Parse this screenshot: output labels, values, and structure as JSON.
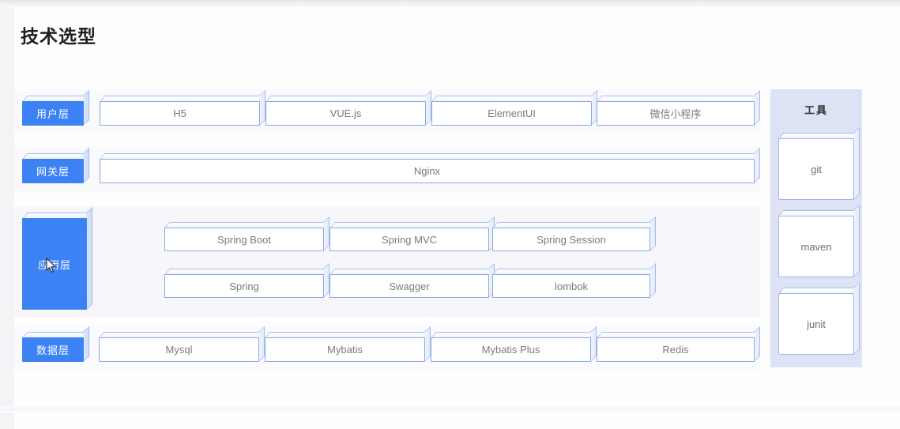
{
  "page": {
    "title": "技术选型"
  },
  "layers": [
    {
      "id": "user",
      "chip": "用户层",
      "items": [
        "H5",
        "VUE.js",
        "ElementUI",
        "微信小程序"
      ]
    },
    {
      "id": "gateway",
      "chip": "网关层",
      "items": [
        "Nginx"
      ]
    },
    {
      "id": "app",
      "chip": "应用层",
      "row1": [
        "Spring Boot",
        "Spring MVC",
        "Spring Session"
      ],
      "row2": [
        "Spring",
        "Swagger",
        "lombok"
      ]
    },
    {
      "id": "data",
      "chip": "数据层",
      "items": [
        "Mysql",
        "Mybatis",
        "Mybatis Plus",
        "Redis"
      ]
    }
  ],
  "tools": {
    "title": "工具",
    "items": [
      "git",
      "maven",
      "junit"
    ]
  },
  "colors": {
    "chip_blue": "#3d82f5",
    "box_border": "#8aa8e4",
    "tools_bg": "#dde3f5",
    "band_app_bg": "#f7f6fb",
    "text_gray": "#7b7b7f",
    "title_dark": "#1f1f1f"
  }
}
